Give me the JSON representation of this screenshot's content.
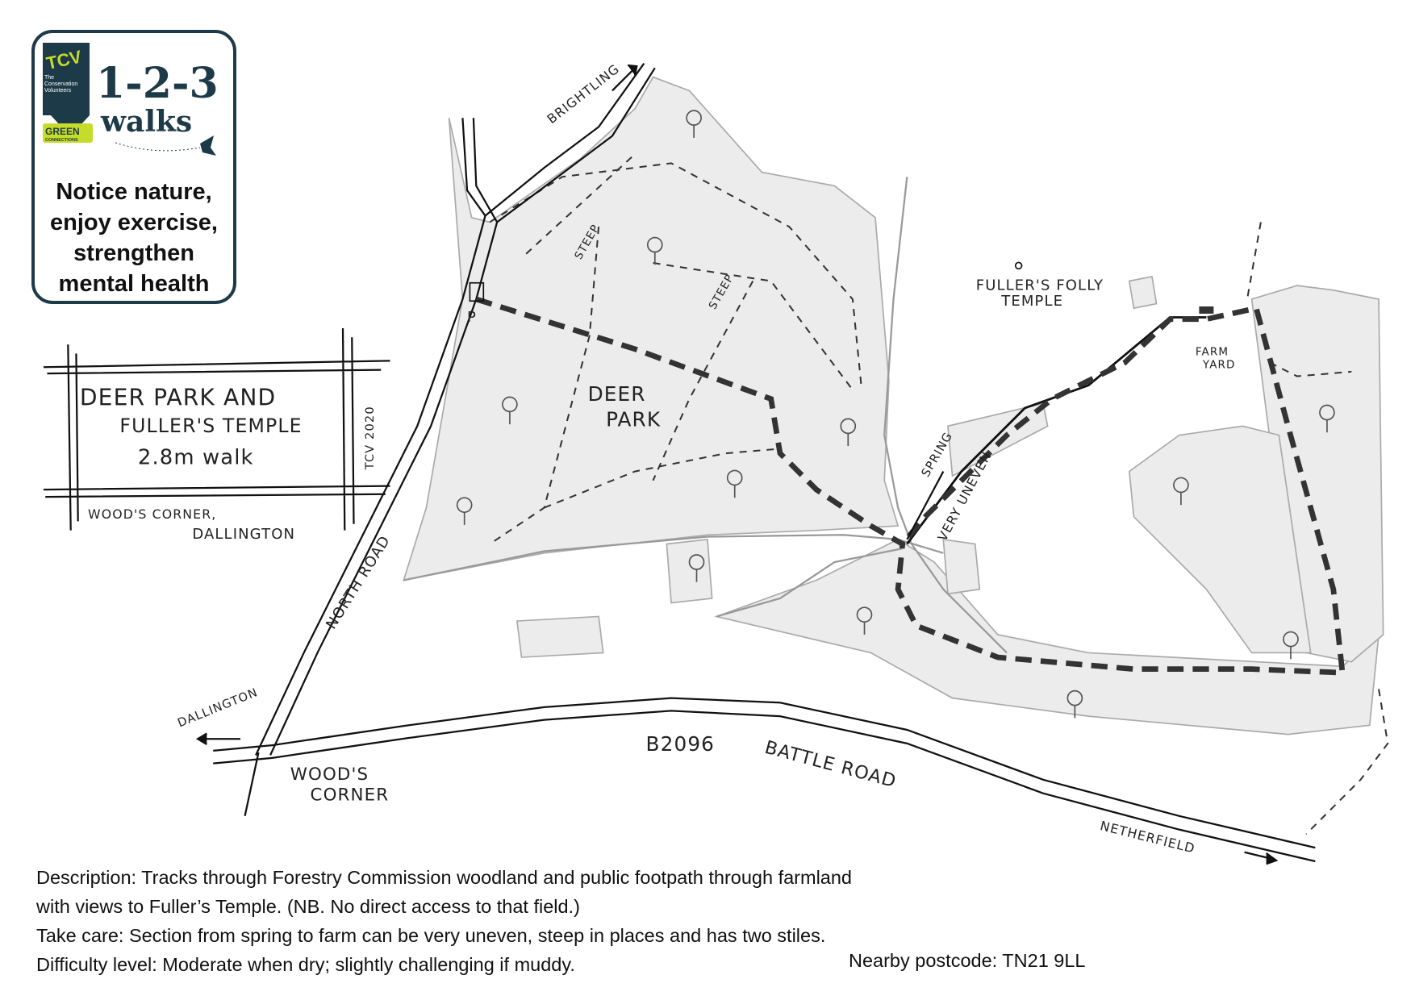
{
  "logo": {
    "brand": "TCV",
    "brand_sub": "The Conservation Volunteers",
    "title": "1-2-3",
    "title_word": "walks",
    "partner": "GREEN",
    "partner_sub": "CONNECTIONS",
    "tagline": [
      "Notice nature,",
      "enjoy exercise,",
      "strengthen",
      "mental health"
    ],
    "colors": {
      "navy": "#1d3a48",
      "lime": "#c6dc2a"
    }
  },
  "title_box": {
    "line1": "DEER PARK AND",
    "line2": "FULLER'S TEMPLE",
    "line3": "2.8m walk",
    "credit": "TCV 2020",
    "location1": "WOOD'S CORNER,",
    "location2": "DALLINGTON"
  },
  "map_labels": {
    "brightling": "BRIGHTLING",
    "north_road": "NORTH ROAD",
    "dallington": "DALLINGTON",
    "woods_corner_1": "WOOD'S",
    "woods_corner_2": "CORNER",
    "b2096": "B2096",
    "battle_road": "BATTLE ROAD",
    "netherfield": "NETHERFIELD",
    "deer_park_1": "DEER",
    "deer_park_2": "PARK",
    "steep_1": "STEEP",
    "steep_2": "STEEP",
    "parking": "P",
    "temple_1": "FULLER'S FOLLY",
    "temple_2": "TEMPLE",
    "farm_1": "FARM",
    "farm_2": "YARD",
    "spring": "SPRING",
    "very_uneven": "VERY UNEVEN"
  },
  "description": {
    "lines": [
      "Description: Tracks through Forestry Commission woodland and public footpath through farmland",
      "with views to Fuller’s Temple. (NB. No direct access to that field.)",
      "Take care: Section from spring to farm can be very uneven, steep in places and has two stiles.",
      "Difficulty level: Moderate when dry; slightly challenging if muddy."
    ],
    "postcode": "Nearby postcode: TN21 9LL"
  }
}
